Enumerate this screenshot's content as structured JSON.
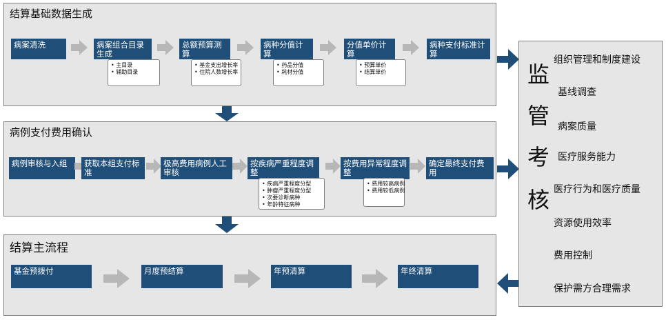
{
  "section1": {
    "title": "结算基础数据生成",
    "steps": [
      {
        "label": "病案清洗"
      },
      {
        "label": "病案组合目录生成",
        "notes": [
          "主目录",
          "辅助目录"
        ]
      },
      {
        "label": "总额预算测算",
        "notes": [
          "基金支出增长率",
          "住院人数增长率"
        ]
      },
      {
        "label": "病种分值计算",
        "notes": [
          "药品分值",
          "耗材分值"
        ]
      },
      {
        "label": "分值单价计算",
        "notes": [
          "预算单价",
          "结算单价"
        ]
      },
      {
        "label": "病种支付标准计算"
      }
    ]
  },
  "section2": {
    "title": "病例支付费用确认",
    "steps": [
      {
        "label": "病例审核与入组"
      },
      {
        "label": "获取本组支付标准"
      },
      {
        "label": "极高费用病例人工审核"
      },
      {
        "label": "按疾病严重程度调整",
        "notes": [
          "疾病严重程度分型",
          "肿瘤严重程度分型",
          "次要诊断病种",
          "年龄特征病种"
        ]
      },
      {
        "label": "按费用异常程度调整",
        "notes": [
          "费用较高病例",
          "费用较低病例"
        ]
      },
      {
        "label": "确定最终支付费用"
      }
    ]
  },
  "section3": {
    "title": "结算主流程",
    "steps": [
      {
        "label": "基金预拨付"
      },
      {
        "label": "月度预结算"
      },
      {
        "label": "年预清算"
      },
      {
        "label": "年终清算"
      }
    ]
  },
  "supervision": {
    "title_chars": [
      "监",
      "管",
      "考",
      "核"
    ],
    "items": [
      "组织管理和制度建设",
      "基线调查",
      "病案质量",
      "医疗服务能力",
      "医疗行为和医疗质量",
      "资源使用效率",
      "费用控制",
      "保护需方合理需求"
    ]
  },
  "colors": {
    "step_fill": "#1f4e79",
    "panel_fill": "#e6e6e6",
    "chevron": "#b7b7b7",
    "arrow": "#1f4e79"
  }
}
